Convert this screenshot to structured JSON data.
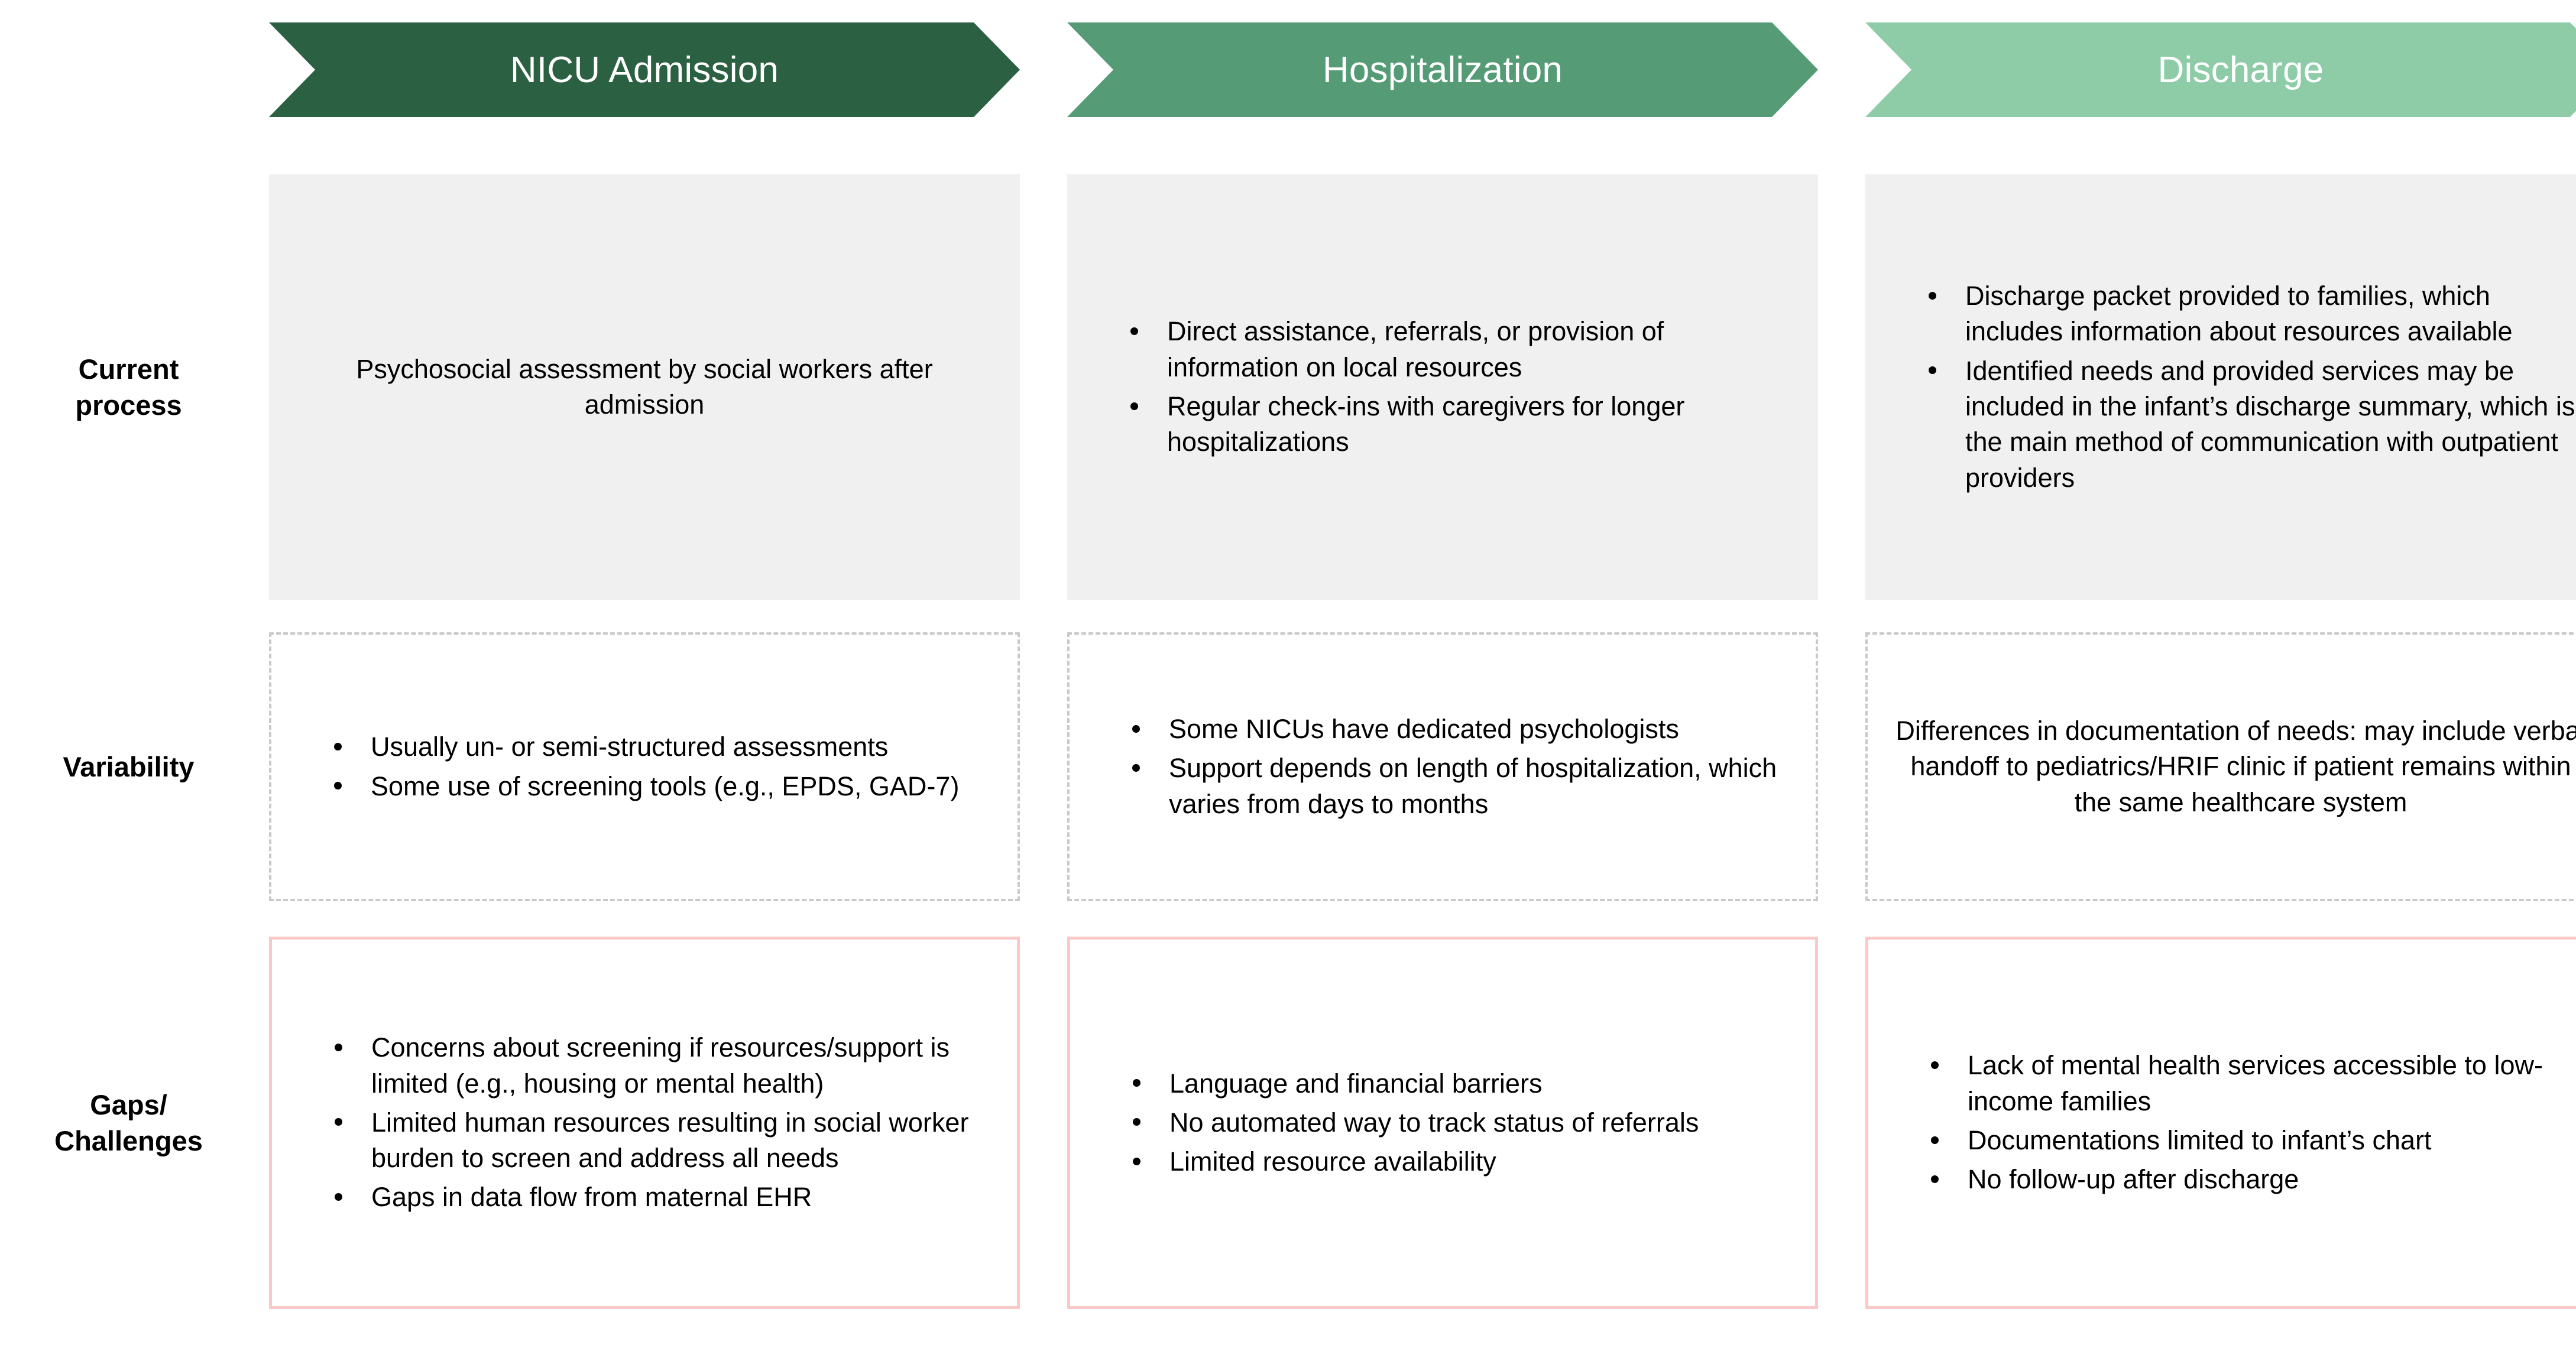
{
  "columns": [
    {
      "label": "NICU Admission",
      "color": "#2C6043"
    },
    {
      "label": "Hospitalization",
      "color": "#549B76"
    },
    {
      "label": "Discharge",
      "color": "#8ECCA8"
    }
  ],
  "rows": [
    {
      "label_line1": "Current",
      "label_line2": "process"
    },
    {
      "label_line1": "Variability",
      "label_line2": ""
    },
    {
      "label_line1": "Gaps/",
      "label_line2": "Challenges"
    }
  ],
  "cells": {
    "current_process": {
      "admission": {
        "style": "grey-centered",
        "text": "Psychosocial assessment by social workers after admission"
      },
      "hospitalization": {
        "style": "grey-bullets",
        "bullets": [
          "Direct assistance, referrals, or provision of information on local resources",
          "Regular check-ins with caregivers for longer hospitalizations"
        ]
      },
      "discharge": {
        "style": "grey-bullets",
        "bullets": [
          "Discharge packet provided to families, which includes information about resources available",
          "Identified needs and provided services may be included in the infant’s discharge summary, which is the main method of communication with outpatient providers"
        ]
      }
    },
    "variability": {
      "admission": {
        "style": "dashed-bullets",
        "bullets": [
          "Usually un- or semi-structured assessments",
          "Some use of screening tools (e.g., EPDS, GAD-7)"
        ]
      },
      "hospitalization": {
        "style": "dashed-bullets",
        "bullets": [
          "Some NICUs have dedicated psychologists",
          "Support depends on length of hospitalization, which varies from days to months"
        ]
      },
      "discharge": {
        "style": "dashed-centered",
        "text": "Differences in documentation of needs: may include verbal handoff to pediatrics/HRIF clinic if patient remains within the same healthcare system"
      }
    },
    "gaps_challenges": {
      "admission": {
        "style": "pink-bullets",
        "bullets": [
          "Concerns about screening if resources/support is limited (e.g., housing or mental health)",
          "Limited human resources resulting in social worker burden to screen and address all needs",
          "Gaps in data flow from maternal EHR"
        ]
      },
      "hospitalization": {
        "style": "pink-bullets",
        "bullets": [
          "Language and financial barriers",
          "No automated way to track status of referrals",
          "Limited resource availability"
        ]
      },
      "discharge": {
        "style": "pink-bullets",
        "bullets": [
          "Lack of mental health services accessible to low-income families",
          "Documentations limited to infant’s chart",
          "No follow-up after discharge"
        ]
      }
    }
  },
  "colors": {
    "header_dark": "#2C6043",
    "header_mid": "#549B76",
    "header_light": "#8ECCA8",
    "cell_grey": "#F0F0F0",
    "dashed_border": "#C9C9C9",
    "pink_border": "#FBC8C8",
    "text": "#000000"
  }
}
